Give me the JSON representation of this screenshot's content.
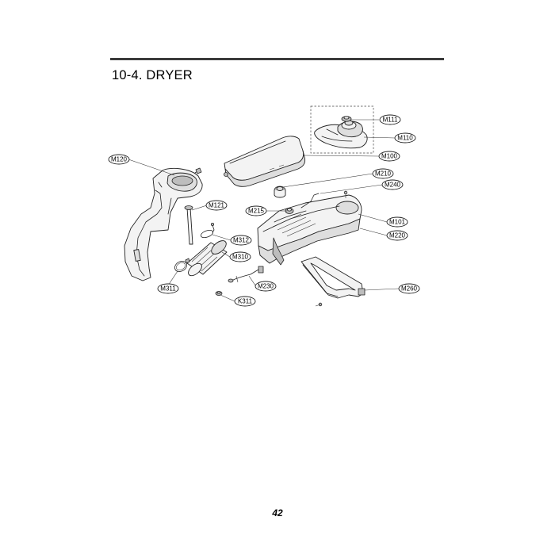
{
  "header": {
    "section_title": "10-4. DRYER"
  },
  "footer": {
    "page_number": "42"
  },
  "callouts": [
    {
      "id": "m111",
      "label": "M111"
    },
    {
      "id": "m110",
      "label": "M110"
    },
    {
      "id": "m100",
      "label": "M100"
    },
    {
      "id": "m120",
      "label": "M120"
    },
    {
      "id": "m210",
      "label": "M210"
    },
    {
      "id": "m240",
      "label": "M240"
    },
    {
      "id": "m121",
      "label": "M121"
    },
    {
      "id": "m215",
      "label": "M215"
    },
    {
      "id": "m101",
      "label": "M101"
    },
    {
      "id": "m220",
      "label": "M220"
    },
    {
      "id": "m312",
      "label": "M312"
    },
    {
      "id": "m310",
      "label": "M310"
    },
    {
      "id": "m230",
      "label": "M230"
    },
    {
      "id": "m311",
      "label": "M311"
    },
    {
      "id": "k311",
      "label": "K311"
    },
    {
      "id": "m260",
      "label": "M260"
    }
  ]
}
